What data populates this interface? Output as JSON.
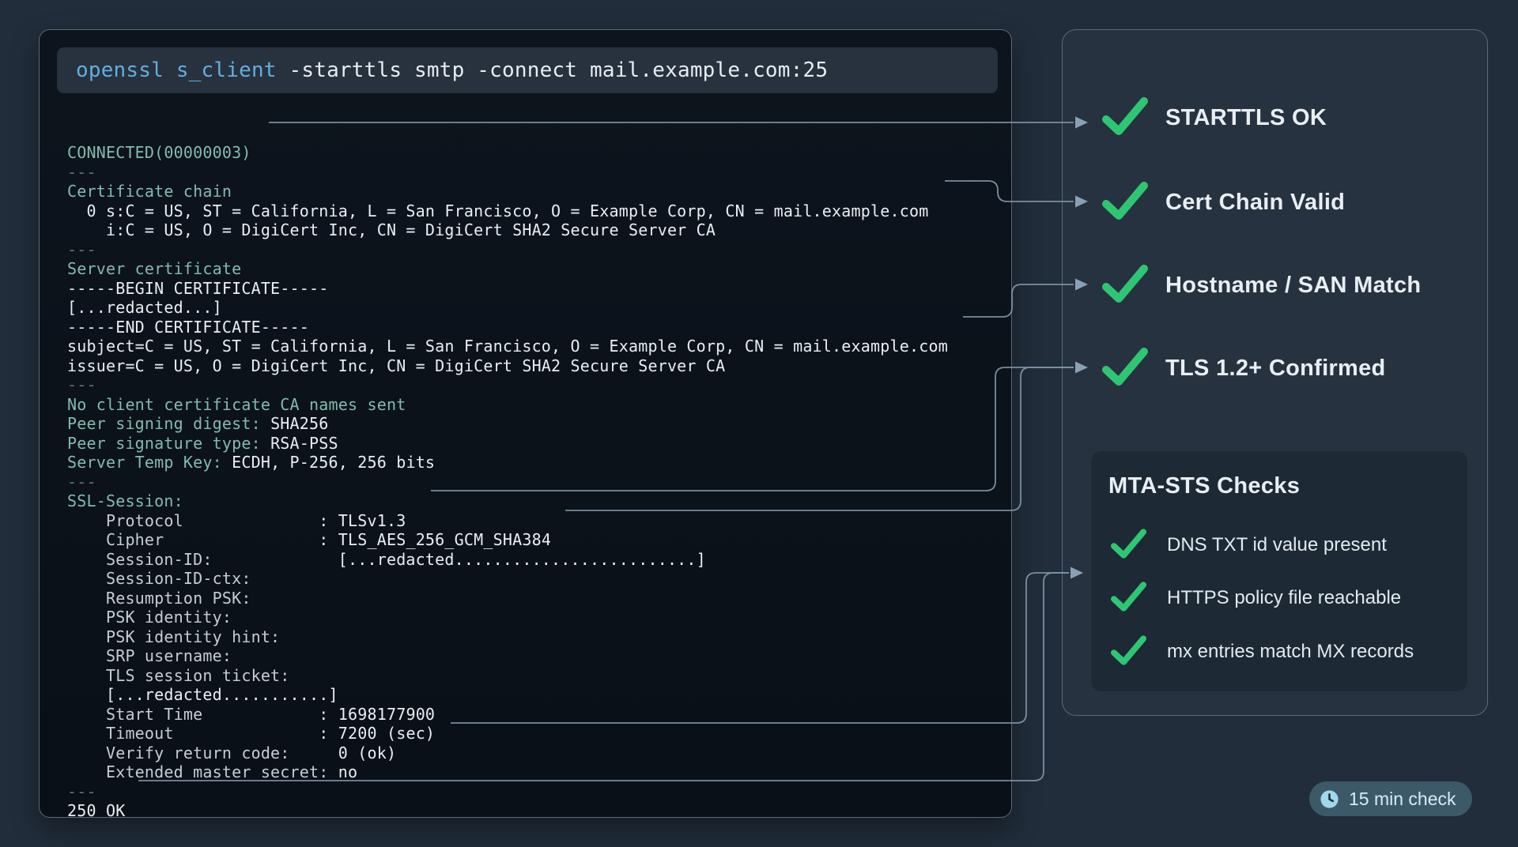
{
  "terminal": {
    "command": {
      "program": "openssl s_client",
      "args": " -starttls smtp -connect mail.example.com:25"
    },
    "lines": [
      [
        [
          "CONNECTED(00000003)",
          "cy"
        ]
      ],
      [
        [
          "---",
          "dm"
        ]
      ],
      [
        [
          "Certificate chain",
          "cy"
        ]
      ],
      [
        [
          "  0 s:C = US, ST = California, L = San Francisco, O = Example Corp, CN = mail.example.com",
          "wh"
        ]
      ],
      [
        [
          "    i:C = US, O = DigiCert Inc, CN = DigiCert SHA2 Secure Server CA",
          "wh"
        ]
      ],
      [
        [
          "---",
          "dm"
        ]
      ],
      [
        [
          "Server certificate",
          "cy"
        ]
      ],
      [
        [
          "-----BEGIN CERTIFICATE-----",
          "wh"
        ]
      ],
      [
        [
          "[...redacted...]",
          "wh"
        ]
      ],
      [
        [
          "-----END CERTIFICATE-----",
          "wh"
        ]
      ],
      [
        [
          "subject=C = US, ST = California, L = San Francisco, O = Example Corp, CN = mail.example.com",
          "wh"
        ]
      ],
      [
        [
          "issuer=C = US, O = DigiCert Inc, CN = DigiCert SHA2 Secure Server CA",
          "wh"
        ]
      ],
      [
        [
          "---",
          "dm"
        ]
      ],
      [
        [
          "No client certificate CA names sent",
          "cy"
        ]
      ],
      [
        [
          "Peer signing digest: ",
          "cy"
        ],
        [
          "SHA256",
          "wh"
        ]
      ],
      [
        [
          "Peer signature type: ",
          "cy"
        ],
        [
          "RSA-PSS",
          "wh"
        ]
      ],
      [
        [
          "Server Temp Key: ",
          "cy"
        ],
        [
          "ECDH, P-256, 256 bits",
          "wh"
        ]
      ],
      [
        [
          "---",
          "dm"
        ]
      ],
      [
        [
          "SSL-Session:",
          "cy"
        ]
      ],
      [
        [
          "    Protocol              ",
          "lb"
        ],
        [
          ": TLSv1.3",
          "wh"
        ]
      ],
      [
        [
          "    Cipher                ",
          "lb"
        ],
        [
          ": TLS_AES_256_GCM_SHA384",
          "wh"
        ]
      ],
      [
        [
          "    Session-ID:             ",
          "lb"
        ],
        [
          "[...redacted.........................]",
          "wh"
        ]
      ],
      [
        [
          "    Session-ID-ctx:",
          "lb"
        ]
      ],
      [
        [
          "    Resumption PSK:",
          "lb"
        ]
      ],
      [
        [
          "    PSK identity:",
          "lb"
        ]
      ],
      [
        [
          "    PSK identity hint:",
          "lb"
        ]
      ],
      [
        [
          "    SRP username:",
          "lb"
        ]
      ],
      [
        [
          "    TLS session ticket:",
          "lb"
        ]
      ],
      [
        [
          "    [...redacted...........]",
          "wh"
        ]
      ],
      [
        [
          "    Start Time            ",
          "lb"
        ],
        [
          ": 1698177900",
          "wh"
        ]
      ],
      [
        [
          "    Timeout               ",
          "lb"
        ],
        [
          ": 7200 (sec)",
          "wh"
        ]
      ],
      [
        [
          "    Verify return code:",
          "lb"
        ],
        [
          "     0 (ok)",
          "wh"
        ]
      ],
      [
        [
          "    Extended master secret: ",
          "lb"
        ],
        [
          "no",
          "wh"
        ]
      ],
      [
        [
          "---",
          "dm"
        ]
      ],
      [
        [
          "250 OK",
          "wh"
        ]
      ]
    ]
  },
  "panel": {
    "checks": [
      {
        "label": "STARTTLS OK"
      },
      {
        "label": "Cert Chain Valid"
      },
      {
        "label": "Hostname / SAN Match"
      },
      {
        "label": "TLS 1.2+ Confirmed"
      }
    ],
    "mta": {
      "title": "MTA-STS Checks",
      "items": [
        {
          "label": "DNS TXT id value present"
        },
        {
          "label": "HTTPS policy file reachable"
        },
        {
          "label": "mx entries match MX records"
        }
      ]
    }
  },
  "badge": {
    "label": "15 min check"
  },
  "colors": {
    "check_green": "#2fc673",
    "connector": "#7e93a7",
    "command_accent": "#63aede",
    "terminal_teal": "#82bcae"
  }
}
